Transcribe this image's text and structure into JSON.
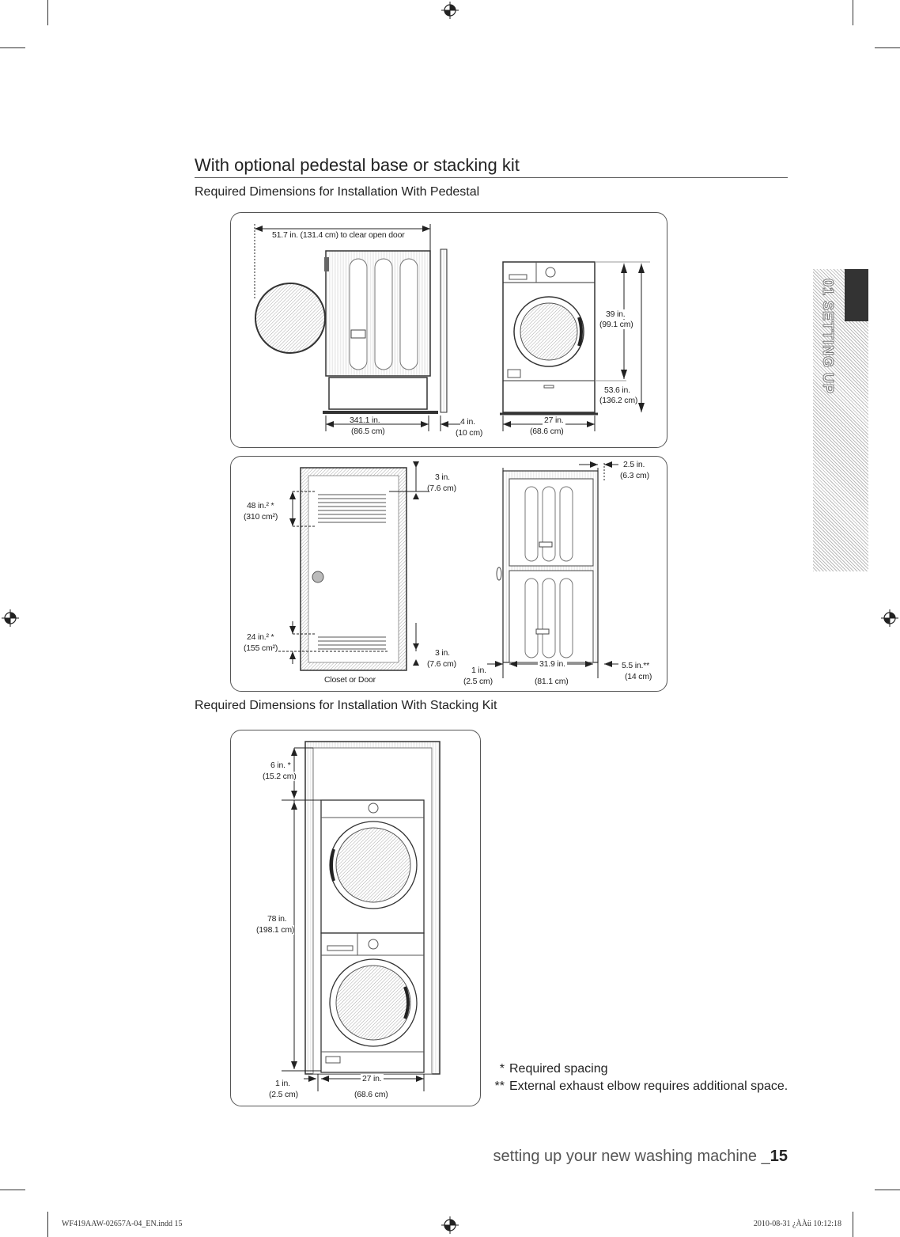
{
  "section_title": "With optional pedestal base or stacking kit",
  "pedestal_heading": "Required Dimensions for Installation With Pedestal",
  "stacking_heading": "Required Dimensions for Installation With Stacking Kit",
  "side_tab": "01 SETTING UP",
  "pedestal_top": {
    "door_clearance": "51.7 in. (131.4 cm) to clear open door",
    "depth_in": "341.1 in.",
    "depth_cm": "(86.5 cm)",
    "rear_in": "4 in.",
    "rear_cm": "(10 cm)",
    "width_in": "27 in.",
    "width_cm": "(68.6 cm)",
    "height_in": "39 in.",
    "height_cm": "(99.1 cm)",
    "total_height_in": "53.6 in.",
    "total_height_cm": "(136.2 cm)"
  },
  "pedestal_bottom": {
    "top_vent_area_in": "48 in.² *",
    "top_vent_area_cm": "(310 cm²)",
    "bottom_vent_area_in": "24 in.² *",
    "bottom_vent_area_cm": "(155 cm²)",
    "top_gap_in": "3 in.",
    "top_gap_cm": "(7.6 cm)",
    "bottom_gap_in": "3 in.",
    "bottom_gap_cm": "(7.6 cm)",
    "door_label": "Closet or Door",
    "side_top_in": "2.5 in.",
    "side_top_cm": "(6.3 cm)",
    "side_left_in": "1 in.",
    "side_left_cm": "(2.5 cm)",
    "inner_width_in": "31.9 in.",
    "inner_width_cm": "(81.1 cm)",
    "rear_in": "5.5 in.**",
    "rear_cm": "(14 cm)"
  },
  "stacking": {
    "top_gap_in": "6 in. *",
    "top_gap_cm": "(15.2 cm)",
    "height_in": "78 in.",
    "height_cm": "(198.1 cm)",
    "side_in": "1 in.",
    "side_cm": "(2.5 cm)",
    "width_in": "27 in.",
    "width_cm": "(68.6 cm)"
  },
  "footnotes": [
    {
      "mark": "*",
      "text": "Required spacing"
    },
    {
      "mark": "**",
      "text": "External exhaust elbow requires additional space."
    }
  ],
  "footer": {
    "text": "setting up your new washing machine _",
    "page": "15"
  },
  "print_info": {
    "file": "WF419AAW-02657A-04_EN.indd   15",
    "date": "2010-08-31   ¿ÀÀü 10:12:18"
  }
}
